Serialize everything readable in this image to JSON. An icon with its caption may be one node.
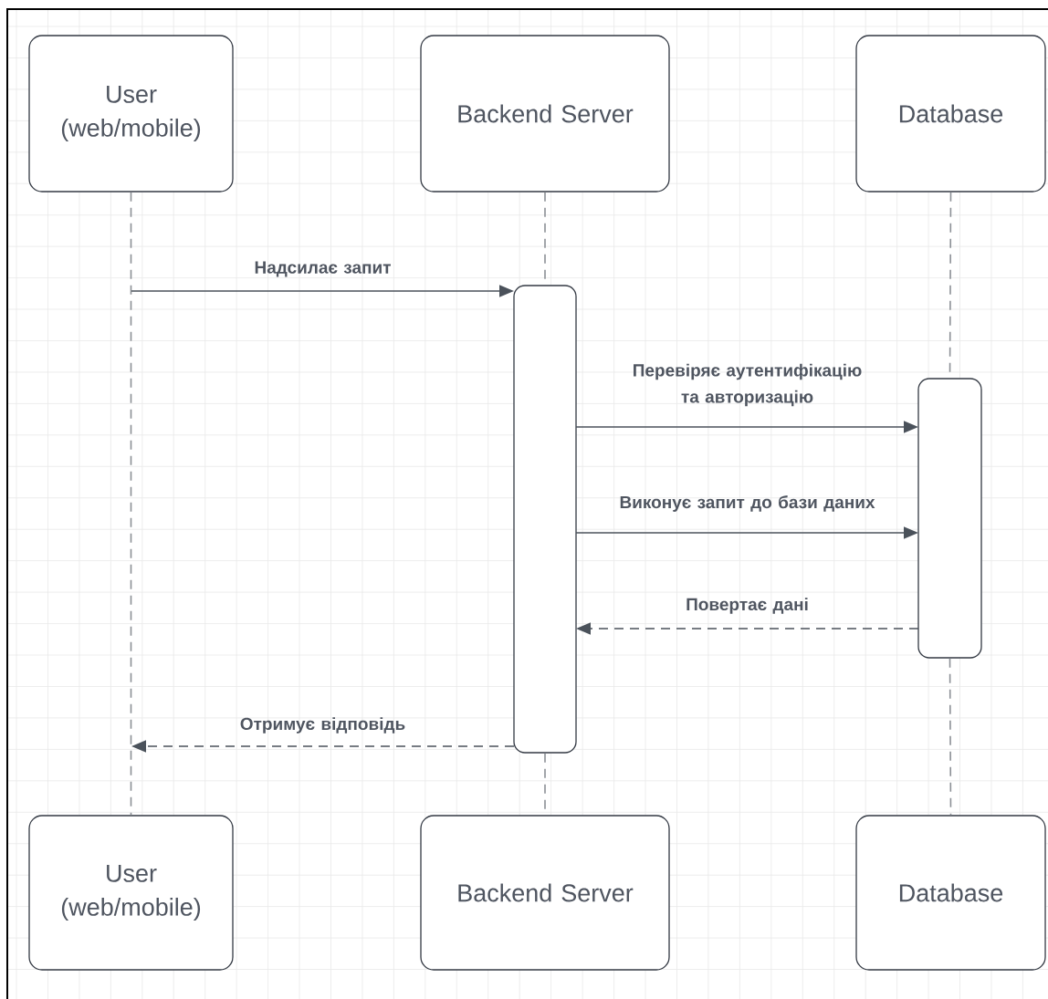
{
  "diagram": {
    "nodes": [
      {
        "text": [
          "User (web/mobile)"
        ]
      },
      {
        "text": [
          "Backend Server"
        ]
      },
      {
        "text": [
          "Database"
        ]
      },
      {
        "text": [
          "User (web/mobile)"
        ]
      },
      {
        "text": [
          "Backend Server"
        ]
      },
      {
        "text": [
          "Database"
        ]
      },
      {
        "text": [],
        "shape": "bar"
      },
      {
        "text": [],
        "shape": "bar"
      }
    ],
    "edges": [
      {
        "from": 0,
        "to": 3,
        "arrow": "none",
        "style": "dashed",
        "color": "#8c9096"
      },
      {
        "from": 1,
        "to": 6,
        "arrow": "none",
        "style": "dashed",
        "color": "#8c9096"
      },
      {
        "from": 6,
        "to": 4,
        "arrow": "none",
        "style": "dashed",
        "color": "#8c9096"
      },
      {
        "from": 2,
        "to": 7,
        "arrow": "none",
        "style": "dashed",
        "color": "#8c9096"
      },
      {
        "from": 7,
        "to": 5,
        "arrow": "none",
        "style": "dashed",
        "color": "#8c9096"
      },
      {
        "from": null,
        "to": 6,
        "arrow": "to",
        "label": "Надсилає запит"
      },
      {
        "from": 6,
        "to": 7,
        "arrow": "to",
        "label": "Перевіряє аутентифікацію та авторизацію"
      },
      {
        "from": 6,
        "to": 7,
        "arrow": "to",
        "label": "Виконує запит до бази даних"
      },
      {
        "from": 7,
        "to": 6,
        "arrow": "to",
        "label": "Повертає дані",
        "style": "dashed"
      },
      {
        "from": 6,
        "to": null,
        "arrow": "to",
        "label": "Отримує відповідь",
        "style": "dashed"
      }
    ]
  }
}
